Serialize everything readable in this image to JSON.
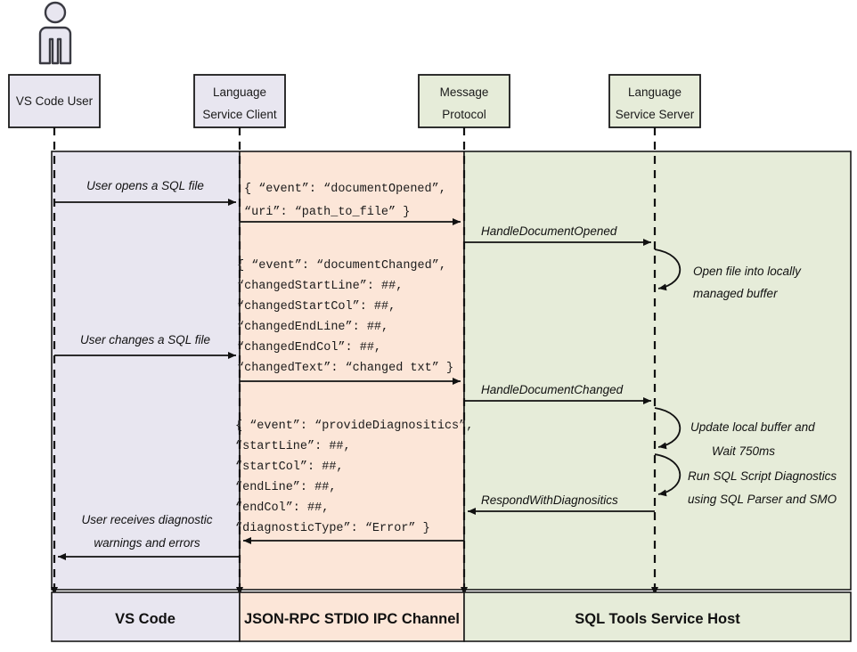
{
  "diagram": {
    "title": "SQL Tools Service language service sequence diagram",
    "colors": {
      "vscode_band": "#e8e6f0",
      "ipc_band": "#fce6d8",
      "service_band": "#e6ecd9",
      "stroke": "#1a1a1a",
      "actor_fill": "#e8e6f0"
    },
    "actor": {
      "icon": "person-icon",
      "label": "VS Code User"
    },
    "participants": [
      {
        "id": "vscode-user",
        "line1": "VS Code User",
        "line2": ""
      },
      {
        "id": "language-service-client",
        "line1": "Language",
        "line2": "Service Client"
      },
      {
        "id": "message-protocol",
        "line1": "Message",
        "line2": "Protocol"
      },
      {
        "id": "language-service-server",
        "line1": "Language",
        "line2": "Service Server"
      }
    ],
    "bands": [
      {
        "id": "vs-code",
        "label": "VS Code",
        "color": "#e8e6f0"
      },
      {
        "id": "json-rpc",
        "label": "JSON-RPC STDIO IPC Channel",
        "color": "#fce6d8"
      },
      {
        "id": "sql-tools-service-host",
        "label": "SQL Tools Service Host",
        "color": "#e6ecd9"
      }
    ],
    "messages": [
      {
        "id": "user-opens-sql-file",
        "label": "User opens a SQL file",
        "from": "vscode-user",
        "to": "language-service-client"
      },
      {
        "id": "document-opened-payload",
        "label": "",
        "from": "language-service-client",
        "to": "message-protocol"
      },
      {
        "id": "handle-document-opened",
        "label": "HandleDocumentOpened",
        "from": "message-protocol",
        "to": "language-service-server"
      },
      {
        "id": "user-changes-sql-file",
        "label": "User changes a SQL file",
        "from": "vscode-user",
        "to": "language-service-client"
      },
      {
        "id": "document-changed-payload",
        "label": "",
        "from": "language-service-client",
        "to": "message-protocol"
      },
      {
        "id": "handle-document-changed",
        "label": "HandleDocumentChanged",
        "from": "message-protocol",
        "to": "language-service-server"
      },
      {
        "id": "respond-with-diagnositics",
        "label": "RespondWithDiagnositics",
        "from": "language-service-server",
        "to": "message-protocol"
      },
      {
        "id": "user-receives-diagnostics",
        "label_line1": "User receives diagnostic",
        "label_line2": "warnings and errors",
        "from": "language-service-client",
        "to": "vscode-user"
      }
    ],
    "self_calls": [
      {
        "id": "open-file-into-buffer",
        "line1": "Open file into locally",
        "line2": "managed buffer"
      },
      {
        "id": "update-local-buffer",
        "line1": "Update local buffer and",
        "line2": "Wait 750ms"
      },
      {
        "id": "run-sql-script-diagnostics",
        "line1": "Run SQL Script Diagnostics",
        "line2": "using SQL Parser and SMO"
      }
    ],
    "payloads": [
      {
        "id": "document-opened-json",
        "lines": [
          "{ “event”: “documentOpened”,",
          "   “uri”: “path_to_file” }"
        ]
      },
      {
        "id": "document-changed-json",
        "lines": [
          "{ “event”: “documentChanged”,",
          "   “changedStartLine”: ##,",
          "   “changedStartCol”: ##,",
          "   “changedEndLine”: ##,",
          "   “changedEndCol”: ##,",
          "   “changedText”: “changed txt” }"
        ]
      },
      {
        "id": "provide-diagnositics-json",
        "lines": [
          "{ “event”: “provideDiagnositics”,",
          "   “startLine”: ##,",
          "   “startCol”: ##,",
          "   “endLine”: ##,",
          "   “endCol”: ##,",
          "   “diagnosticType”: “Error” }"
        ]
      }
    ]
  }
}
